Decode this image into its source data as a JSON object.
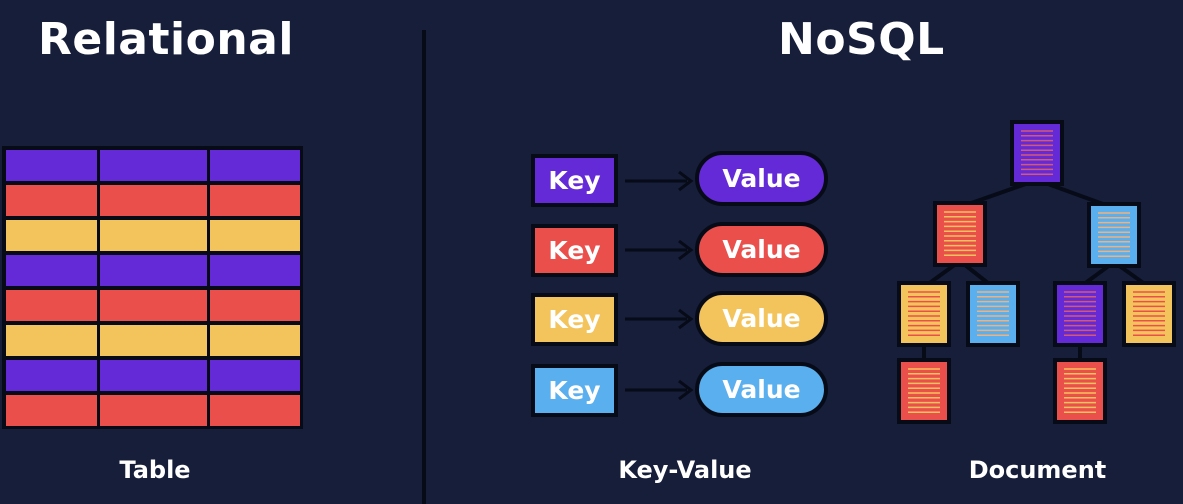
{
  "titles": {
    "relational": "Relational",
    "nosql": "NoSQL"
  },
  "captions": {
    "table": "Table",
    "key_value": "Key-Value",
    "document": "Document"
  },
  "colors": {
    "background": "#161e3a",
    "purple": "#642ad8",
    "red": "#eb4f4c",
    "yellow": "#f4c45c",
    "blue": "#5aafee",
    "outline": "#070b17"
  },
  "table": {
    "row_colors": [
      "purple",
      "red",
      "yellow",
      "purple",
      "red",
      "yellow",
      "purple",
      "red"
    ],
    "columns": 3
  },
  "key_value_pairs": [
    {
      "key": "Key",
      "value": "Value",
      "color": "purple"
    },
    {
      "key": "Key",
      "value": "Value",
      "color": "red"
    },
    {
      "key": "Key",
      "value": "Value",
      "color": "yellow"
    },
    {
      "key": "Key",
      "value": "Value",
      "color": "blue"
    }
  ],
  "document_tree": {
    "root": {
      "color": "purple"
    },
    "level1": [
      {
        "color": "red"
      },
      {
        "color": "blue"
      }
    ],
    "level2": [
      {
        "color": "yellow"
      },
      {
        "color": "blue"
      },
      {
        "color": "purple"
      },
      {
        "color": "yellow"
      }
    ],
    "level3": [
      {
        "color": "red"
      },
      {
        "color": "red"
      }
    ]
  }
}
